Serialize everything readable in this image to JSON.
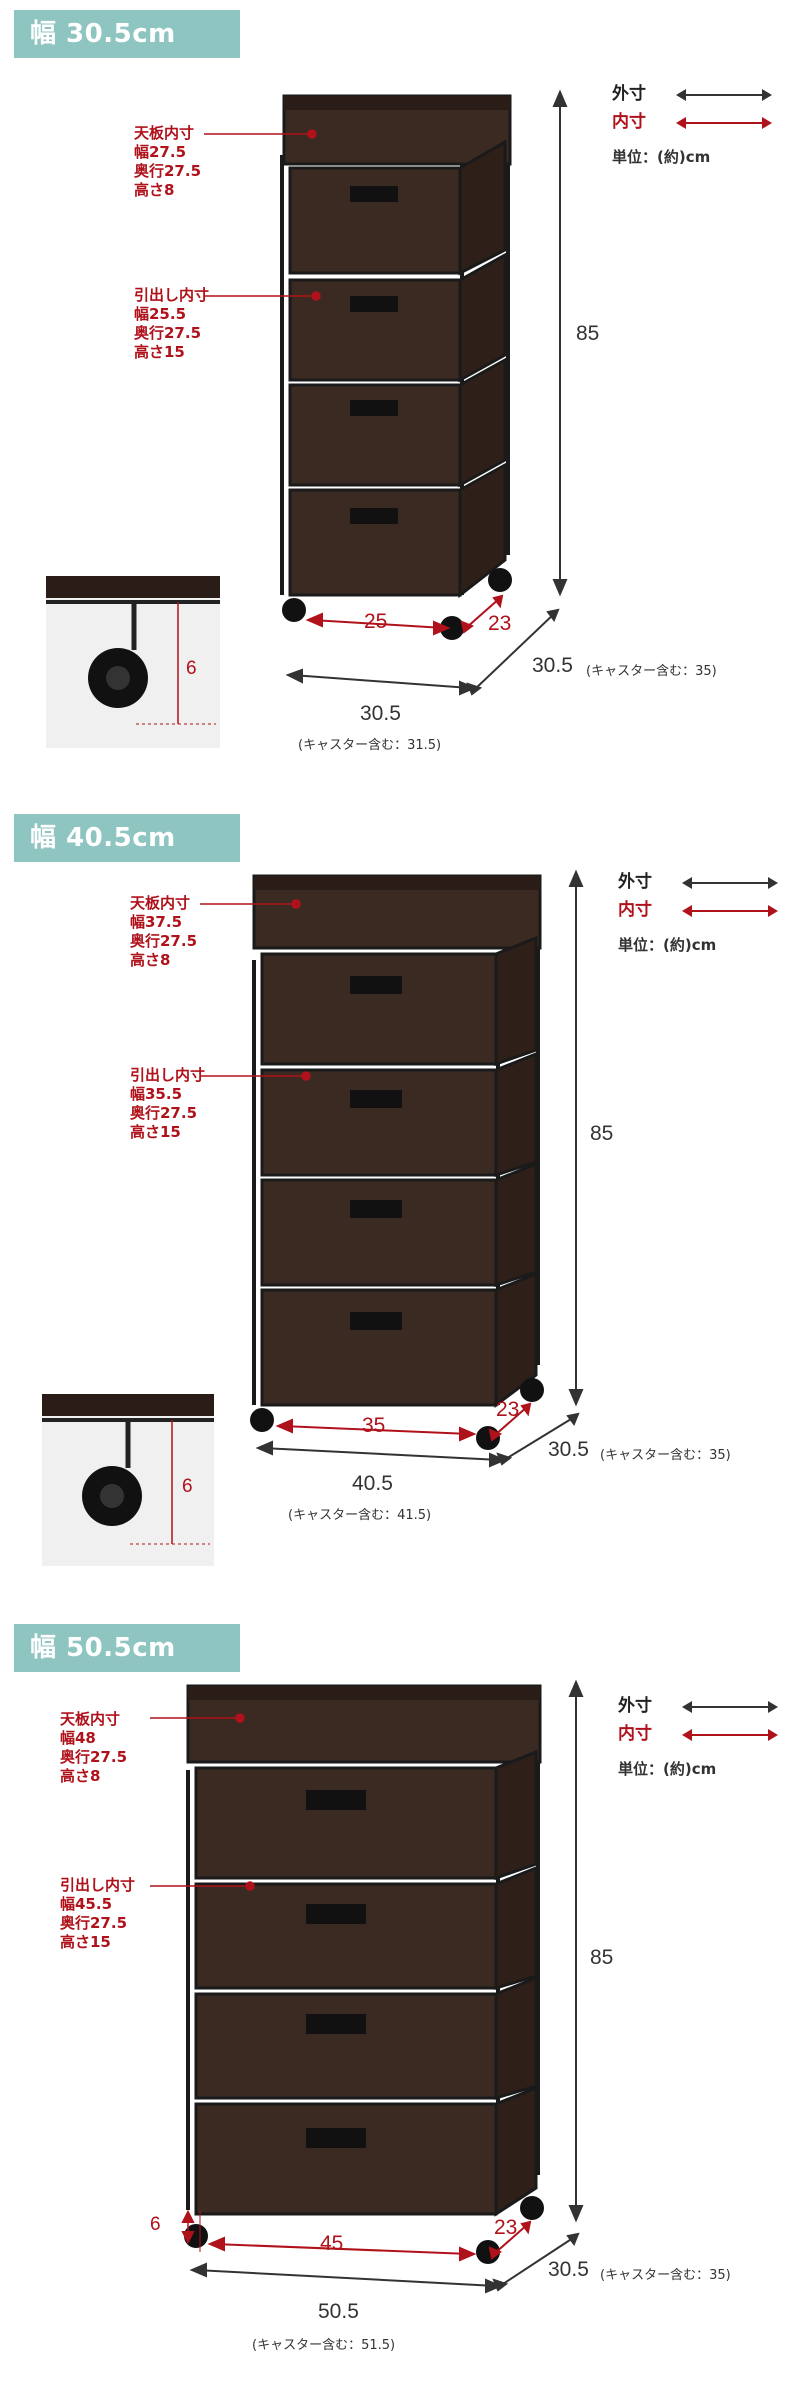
{
  "legend": {
    "outer": "外寸",
    "inner": "内寸",
    "unit": "単位：(約)cm"
  },
  "sections": [
    {
      "tab": "幅 30.5cm",
      "top_note": [
        "天板内寸",
        "幅27.5",
        "奥行27.5",
        "高さ8"
      ],
      "drawer_note": [
        "引出し内寸",
        "幅25.5",
        "奥行27.5",
        "高さ15"
      ],
      "height": "85",
      "drawer_width": "25",
      "drawer_depth": "23",
      "depth": "30.5",
      "depth_caster": "(キャスター含む：35)",
      "width": "30.5",
      "width_caster": "(キャスター含む：31.5)",
      "caster_height": "6"
    },
    {
      "tab": "幅 40.5cm",
      "top_note": [
        "天板内寸",
        "幅37.5",
        "奥行27.5",
        "高さ8"
      ],
      "drawer_note": [
        "引出し内寸",
        "幅35.5",
        "奥行27.5",
        "高さ15"
      ],
      "height": "85",
      "drawer_width": "35",
      "drawer_depth": "23",
      "depth": "30.5",
      "depth_caster": "(キャスター含む：35)",
      "width": "40.5",
      "width_caster": "(キャスター含む：41.5)",
      "caster_height": "6"
    },
    {
      "tab": "幅 50.5cm",
      "top_note": [
        "天板内寸",
        "幅48",
        "奥行27.5",
        "高さ8"
      ],
      "drawer_note": [
        "引出し内寸",
        "幅45.5",
        "奥行27.5",
        "高さ15"
      ],
      "height": "85",
      "drawer_width": "45",
      "drawer_depth": "23",
      "depth": "30.5",
      "depth_caster": "(キャスター含む：35)",
      "width": "50.5",
      "width_caster": "(キャスター含む：51.5)",
      "caster_height": "6"
    }
  ]
}
